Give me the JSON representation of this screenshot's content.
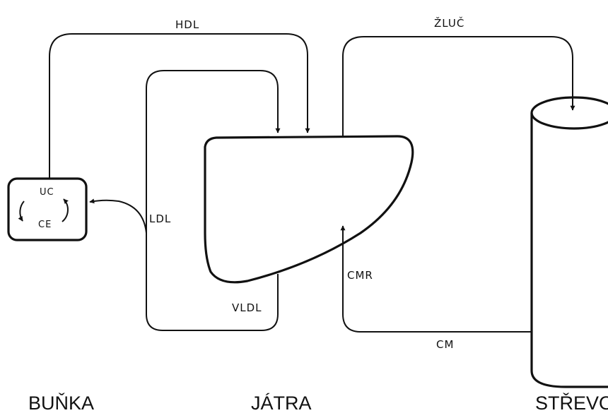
{
  "diagram": {
    "flow_labels": {
      "hdl": "HDL",
      "zluc": "ŽLUČ",
      "ldl": "LDL",
      "vldl": "VLDL",
      "cmr": "CMR",
      "cm": "CM"
    },
    "cell_labels": {
      "uc": "UC",
      "ce": "CE"
    },
    "captions": {
      "cell": "BUŇKA",
      "liver": "JÁTRA",
      "intestine": "STŘEVO"
    }
  }
}
